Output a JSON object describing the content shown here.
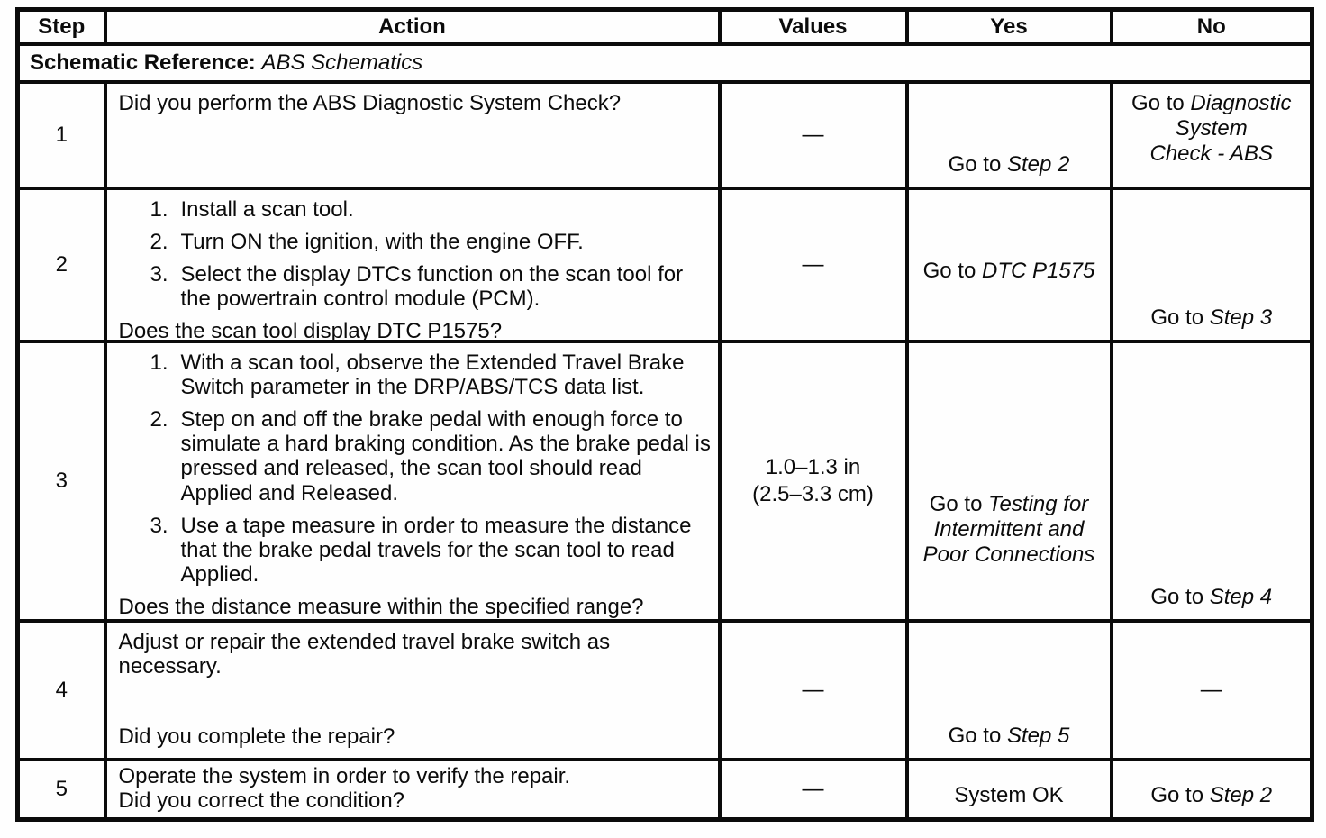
{
  "table": {
    "headers": {
      "step": "Step",
      "action": "Action",
      "values": "Values",
      "yes": "Yes",
      "no": "No"
    },
    "schematic_reference": {
      "label": "Schematic Reference:",
      "value": "ABS Schematics"
    },
    "rows": [
      {
        "step": "1",
        "action": {
          "intro": "Did you perform the ABS Diagnostic System Check?"
        },
        "values": {
          "text": "—"
        },
        "yes": {
          "prefix": "Go to ",
          "ref": "Step 2"
        },
        "no": {
          "prefix": "Go to ",
          "ref_lines": [
            "Diagnostic",
            "System",
            "Check - ABS"
          ]
        }
      },
      {
        "step": "2",
        "action": {
          "items": [
            {
              "num": "1.",
              "text": "Install a scan tool."
            },
            {
              "num": "2.",
              "text": "Turn ON the ignition, with the engine OFF."
            },
            {
              "num": "3.",
              "text": "Select the display DTCs function on the scan tool for the powertrain control module (PCM)."
            }
          ],
          "question": "Does the scan tool display DTC P1575?"
        },
        "values": {
          "text": "—"
        },
        "yes": {
          "prefix": "Go to ",
          "ref": "DTC P1575"
        },
        "no": {
          "prefix": "Go to ",
          "ref": "Step 3"
        }
      },
      {
        "step": "3",
        "action": {
          "items": [
            {
              "num": "1.",
              "text": "With a scan tool, observe the Extended Travel Brake Switch parameter in the DRP/ABS/TCS data list."
            },
            {
              "num": "2.",
              "text": "Step on and off the brake pedal with enough force to simulate a hard braking condition. As the brake pedal is pressed and released, the scan tool should read Applied and Released."
            },
            {
              "num": "3.",
              "text": "Use a tape measure in order to measure the distance that the brake pedal travels for the scan tool to read Applied."
            }
          ],
          "question": "Does the distance measure within the specified range?"
        },
        "values": {
          "line1": "1.0–1.3 in",
          "line2": "(2.5–3.3 cm)"
        },
        "yes": {
          "prefix": "Go to ",
          "ref_lines": [
            "Testing for",
            "Intermittent and",
            "Poor Connections"
          ]
        },
        "no": {
          "prefix": "Go to ",
          "ref": "Step 4"
        }
      },
      {
        "step": "4",
        "action": {
          "intro": "Adjust or repair the extended travel brake switch as necessary.",
          "question": "Did you complete the repair?"
        },
        "values": {
          "text": "—"
        },
        "yes": {
          "prefix": "Go to ",
          "ref": "Step 5"
        },
        "no": {
          "text": "—"
        }
      },
      {
        "step": "5",
        "action": {
          "intro": "Operate the system in order to verify the repair.",
          "question": "Did you correct the condition?"
        },
        "values": {
          "text": "—"
        },
        "yes": {
          "text": "System OK"
        },
        "no": {
          "prefix": "Go to ",
          "ref": "Step 2"
        }
      }
    ]
  }
}
